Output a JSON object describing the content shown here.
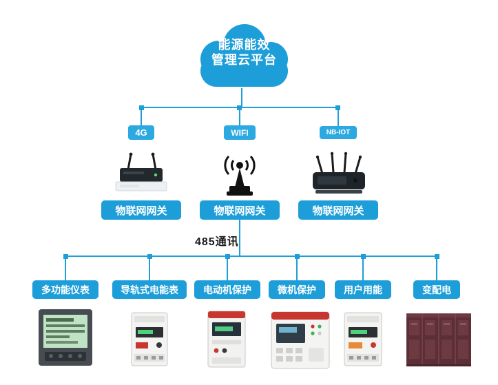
{
  "diagram": {
    "cloud": {
      "title_line1": "能源能效",
      "title_line2": "管理云平台"
    },
    "network_badges": [
      {
        "label": "4G"
      },
      {
        "label": "WIFI"
      },
      {
        "label": "NB-IOT"
      }
    ],
    "gateways": [
      {
        "label": "物联网网关"
      },
      {
        "label": "物联网网关"
      },
      {
        "label": "物联网网关"
      }
    ],
    "bus_label": "485通讯",
    "endpoints": [
      {
        "label": "多功能仪表",
        "image": "panel-meter"
      },
      {
        "label": "导轨式电能表",
        "image": "din-rail-energy-meter"
      },
      {
        "label": "电动机保护",
        "image": "motor-protector"
      },
      {
        "label": "微机保护",
        "image": "protection-relay"
      },
      {
        "label": "用户用能",
        "image": "din-rail-energy-meter"
      },
      {
        "label": "变配电",
        "image": "switchgear-cabinets"
      }
    ],
    "icons": {
      "cloud": "cloud-shape",
      "gateway_4g": "industrial-router-2-antennas",
      "gateway_wifi": "antenna-with-signal-waves",
      "gateway_nbiot": "industrial-router-4-antennas"
    },
    "colors": {
      "primary_blue": "#1e9ed9",
      "badge_blue": "#2ba9e0",
      "bus_text": "#1c1c1c",
      "device_red": "#c8372f",
      "cabinet_maroon": "#5c2e35"
    }
  }
}
